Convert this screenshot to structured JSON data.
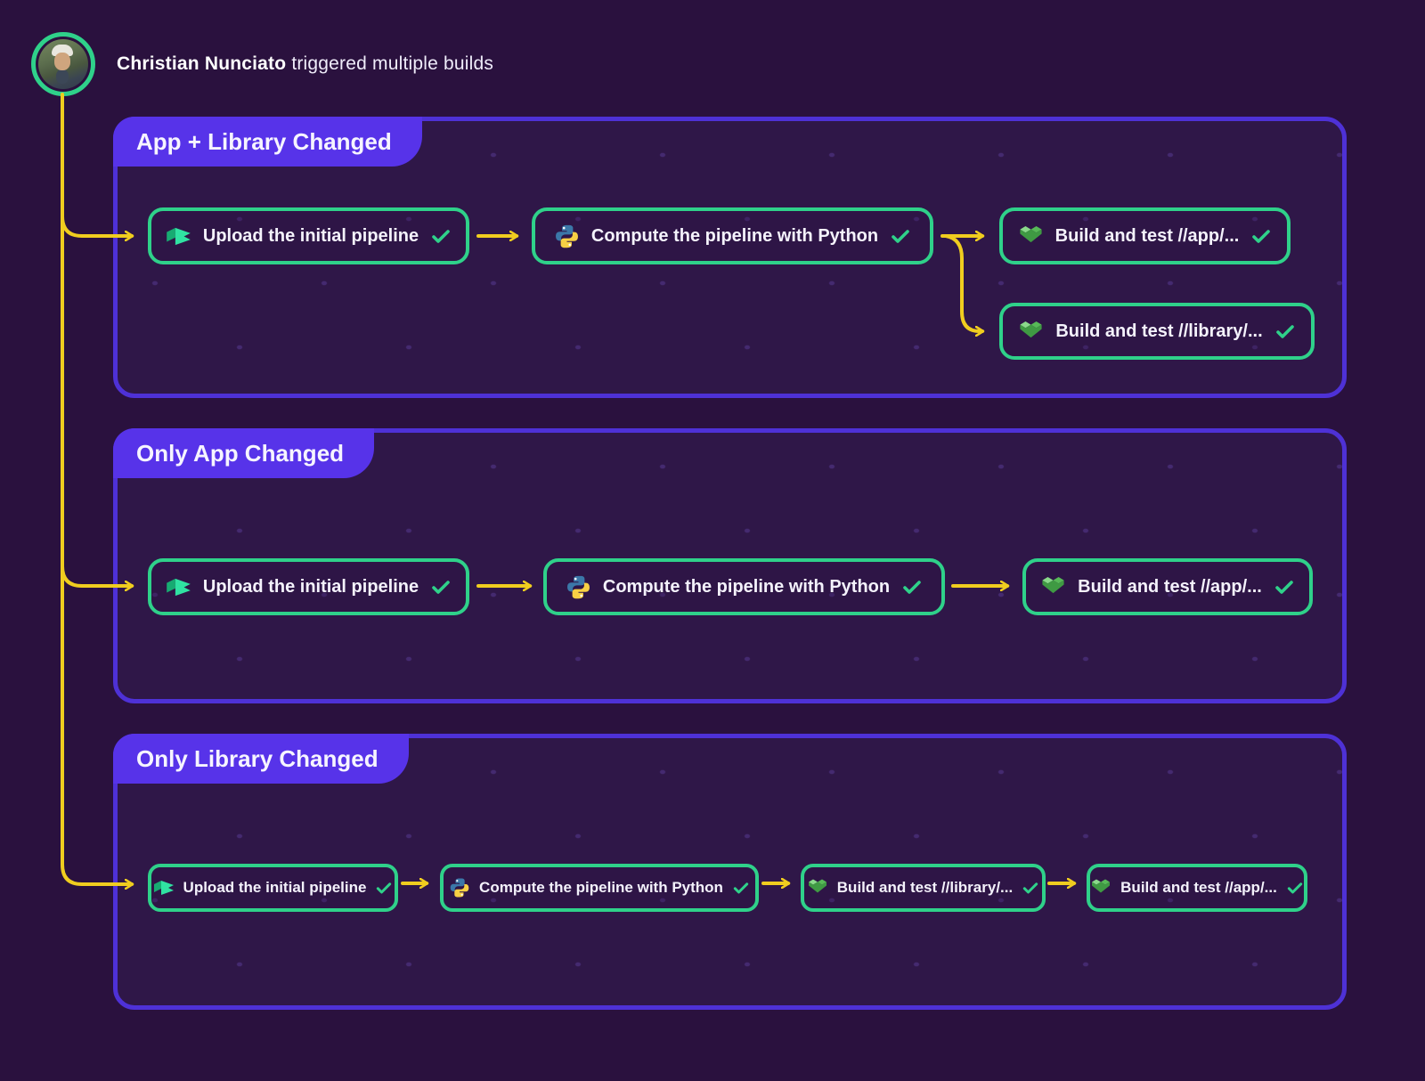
{
  "header": {
    "user": "Christian Nunciato",
    "suffix": " triggered multiple builds"
  },
  "colors": {
    "background": "#2a113e",
    "panel_background": "#2f1748",
    "panel_border": "#4e31d6",
    "tab_background": "#5733e9",
    "node_border_green": "#2fd18a",
    "connector_yellow": "#f0cd1f"
  },
  "labels": {
    "upload": "Upload the initial pipeline",
    "compute": "Compute the pipeline with Python",
    "build_app": "Build and test //app/...",
    "build_library": "Build and test //library/..."
  },
  "panels": [
    {
      "title": "App + Library Changed",
      "nodes": [
        {
          "icon": "buildkite-icon",
          "label": "Upload the initial pipeline",
          "status": "passed"
        },
        {
          "icon": "python-icon",
          "label": "Compute the pipeline with Python",
          "status": "passed"
        },
        {
          "icon": "bazel-icon",
          "label": "Build and test //app/...",
          "status": "passed"
        },
        {
          "icon": "bazel-icon",
          "label": "Build and test //library/...",
          "status": "passed"
        }
      ]
    },
    {
      "title": "Only App Changed",
      "nodes": [
        {
          "icon": "buildkite-icon",
          "label": "Upload the initial pipeline",
          "status": "passed"
        },
        {
          "icon": "python-icon",
          "label": "Compute the pipeline with Python",
          "status": "passed"
        },
        {
          "icon": "bazel-icon",
          "label": "Build and test //app/...",
          "status": "passed"
        }
      ]
    },
    {
      "title": "Only Library Changed",
      "nodes": [
        {
          "icon": "buildkite-icon",
          "label": "Upload the initial pipeline",
          "status": "passed"
        },
        {
          "icon": "python-icon",
          "label": "Compute the pipeline with Python",
          "status": "passed"
        },
        {
          "icon": "bazel-icon",
          "label": "Build and test //library/...",
          "status": "passed"
        },
        {
          "icon": "bazel-icon",
          "label": "Build and test //app/...",
          "status": "passed"
        }
      ]
    }
  ]
}
